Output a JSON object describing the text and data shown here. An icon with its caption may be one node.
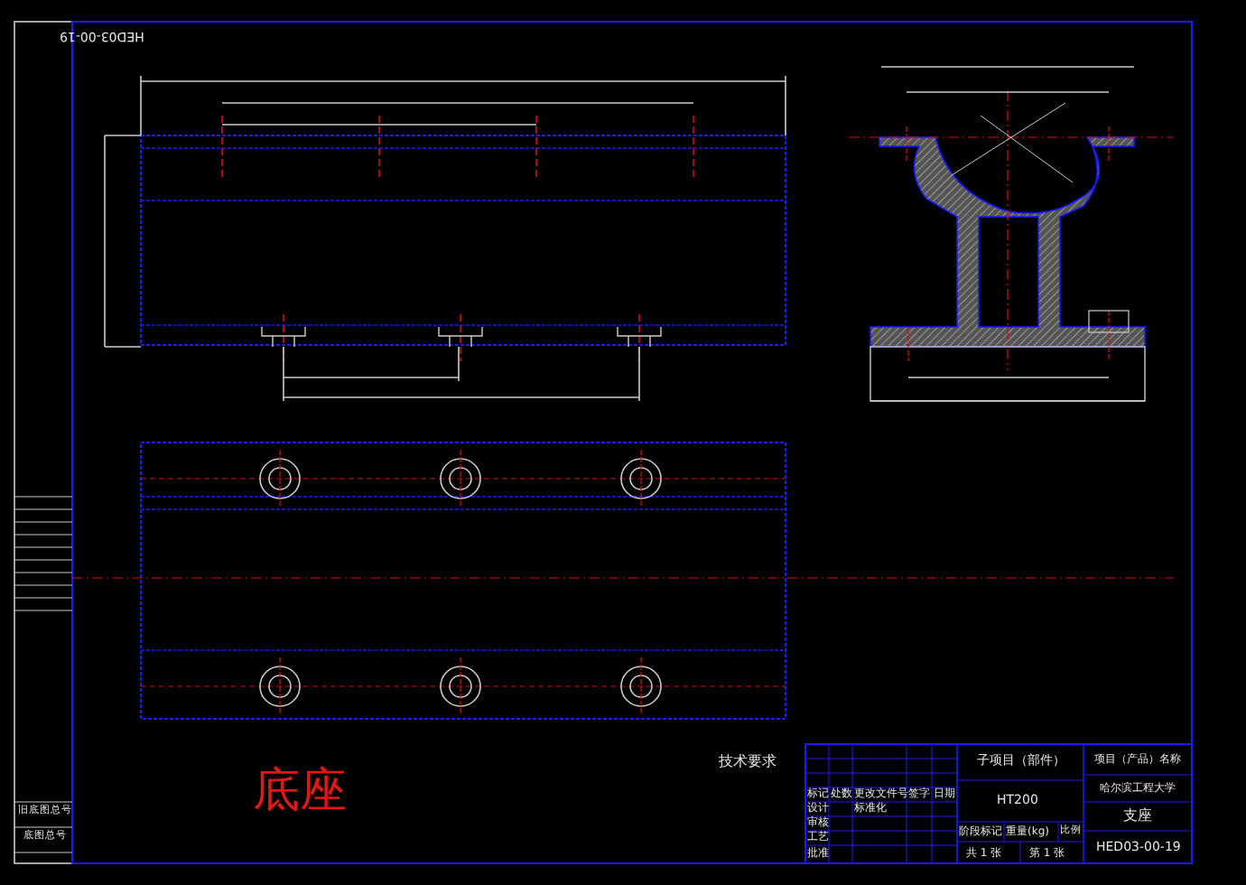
{
  "diagram": {
    "labels": [
      "HED03-00-19",
      "旧底图总号",
      "底图总号",
      "底座",
      "技术要求",
      "子项目（部件）",
      "HT200",
      "阶段标记",
      "重量(kg)",
      "比例",
      "共 1 张",
      "第 1 张",
      "项目（产品）名称",
      "哈尔滨工程大学",
      "支座",
      "HED03-00-19",
      "标记",
      "处数",
      "更改文件号",
      "签字",
      "日期",
      "设计",
      "标准化",
      "审核",
      "工艺",
      "批准"
    ]
  }
}
